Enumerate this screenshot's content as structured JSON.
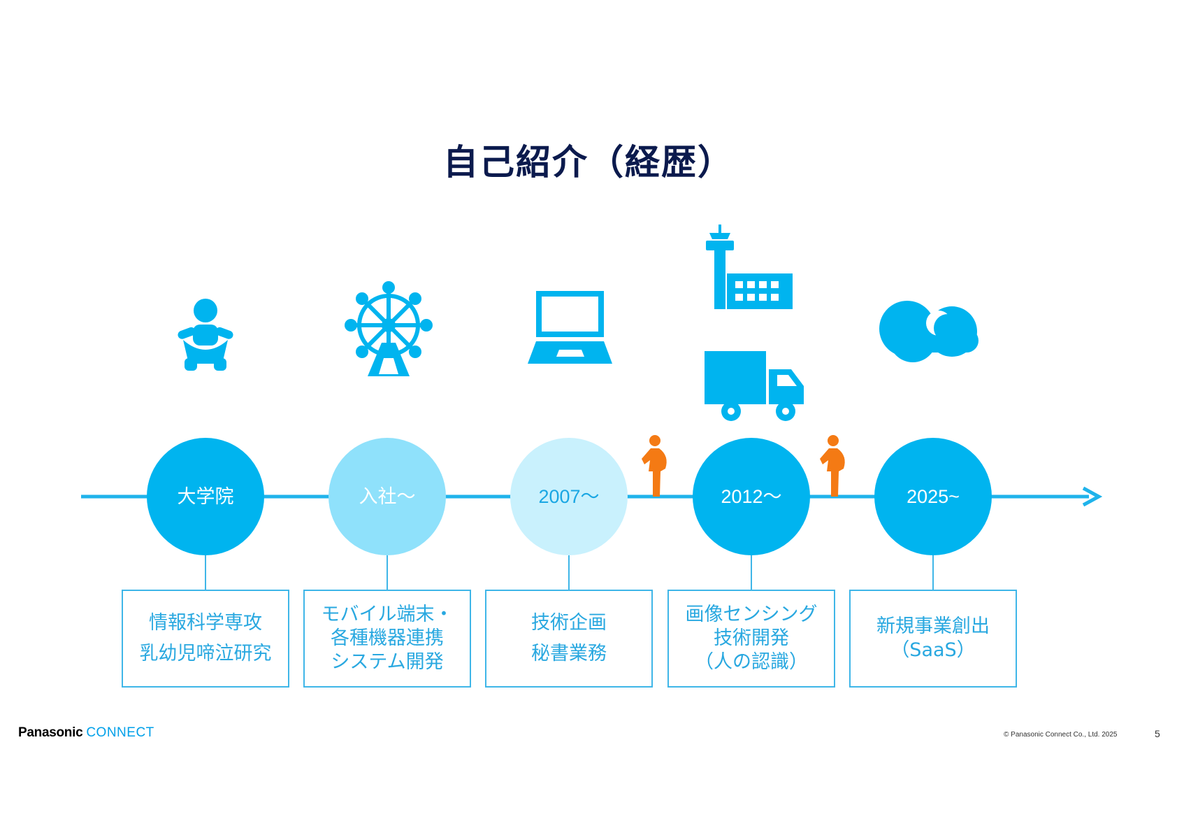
{
  "title": "自己紹介（経歴）",
  "colors": {
    "primary": "#00b4ef",
    "light": "#8fe1fb",
    "lighter": "#c9f1fd",
    "accent": "#f47a14",
    "title": "#0b1a4d"
  },
  "milestones": [
    {
      "label": "大学院",
      "icon": "baby-icon",
      "lines": [
        "情報科学専攻",
        "乳幼児啼泣研究"
      ]
    },
    {
      "label": "入社〜",
      "icon": "ship-wheel-icon",
      "lines": [
        "モバイル端末・",
        "各種機器連携",
        "システム開発"
      ]
    },
    {
      "label": "2007〜",
      "icon": "laptop-icon",
      "lines": [
        "技術企画",
        "秘書業務"
      ]
    },
    {
      "label": "2012〜",
      "icon": "airport-factory-truck-icon",
      "lines": [
        "画像センシング",
        "技術開発",
        "（人の認識）"
      ]
    },
    {
      "label": "2025~",
      "icon": "cloud-icon",
      "lines": [
        "新規事業創出",
        "（SaaS）"
      ]
    }
  ],
  "markers": [
    "pregnant-woman-icon",
    "pregnant-woman-icon"
  ],
  "footer": {
    "brand": "Panasonic",
    "product": "CONNECT",
    "copyright": "© Panasonic Connect Co., Ltd. 2025",
    "page": "5"
  }
}
